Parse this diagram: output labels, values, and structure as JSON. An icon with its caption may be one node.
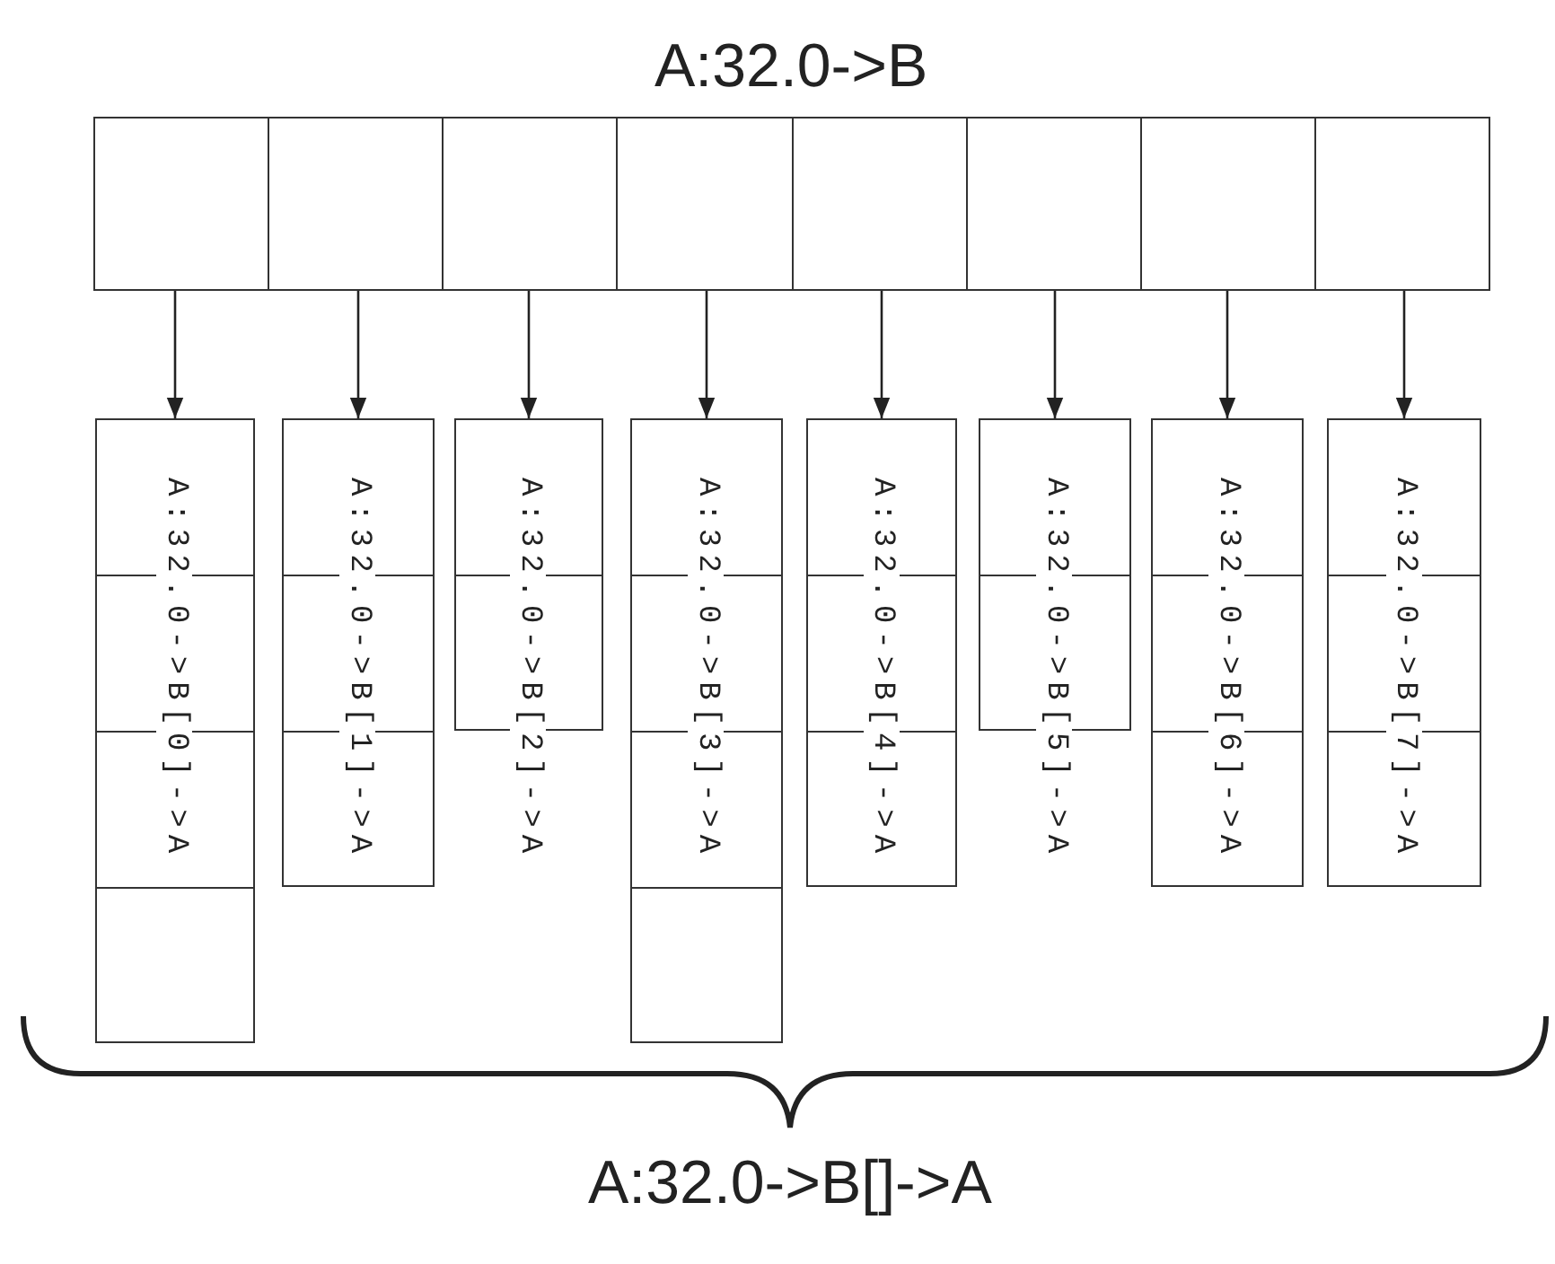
{
  "diagram": {
    "nodes": [
      {
        "text": [
          "A:32.0->B"
        ]
      },
      {
        "text": [],
        "shape": "box",
        "in": 0
      },
      {
        "text": [],
        "shape": "box",
        "in": 0
      },
      {
        "text": [],
        "shape": "box",
        "in": 0
      },
      {
        "text": [],
        "shape": "box",
        "in": 0
      },
      {
        "text": [],
        "shape": "box",
        "in": 0
      },
      {
        "text": [],
        "shape": "box",
        "in": 0
      },
      {
        "text": [],
        "shape": "box",
        "in": 0
      },
      {
        "text": [],
        "shape": "box",
        "in": 0
      },
      {
        "text": [
          "A:32.0->B[0]->A"
        ]
      },
      {
        "text": [
          "A:32.0->B[1]->A"
        ]
      },
      {
        "text": [
          "A:32.0->B[2]->A"
        ]
      },
      {
        "text": [
          "A:32.0->B[3]->A"
        ]
      },
      {
        "text": [
          "A:32.0->B[4]->A"
        ]
      },
      {
        "text": [
          "A:32.0->B[5]->A"
        ]
      },
      {
        "text": [
          "A:32.0->B[6]->A"
        ]
      },
      {
        "text": [
          "A:32.0->B[7]->A"
        ]
      }
    ],
    "edges": [
      {
        "from": 1,
        "to": 9,
        "arrow": "to"
      },
      {
        "from": 2,
        "to": 10,
        "arrow": "to"
      },
      {
        "from": 3,
        "to": 11,
        "arrow": "to"
      },
      {
        "from": 4,
        "to": 12,
        "arrow": "to"
      },
      {
        "from": 5,
        "to": 13,
        "arrow": "to"
      },
      {
        "from": 6,
        "to": 14,
        "arrow": "to"
      },
      {
        "from": 7,
        "to": 15,
        "arrow": "to"
      },
      {
        "from": 8,
        "to": 16,
        "arrow": "to"
      }
    ],
    "labels": [
      "A:32.0->B[]->A"
    ]
  }
}
